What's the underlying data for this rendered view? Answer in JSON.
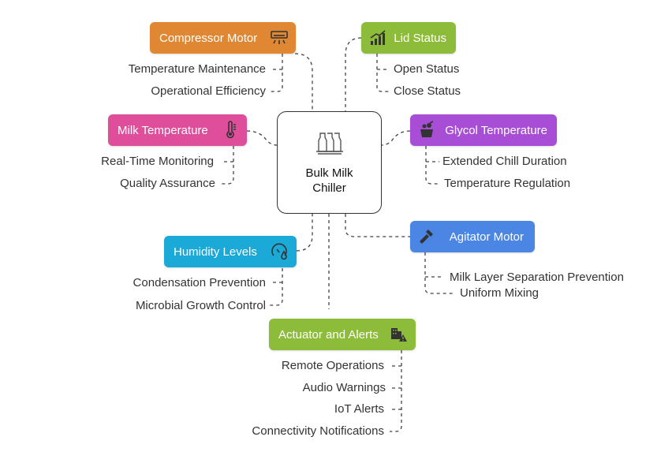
{
  "center": {
    "title_line1": "Bulk Milk",
    "title_line2": "Chiller",
    "icon": "milk-bottles-icon"
  },
  "colors": {
    "orange": "#E08733",
    "green": "#8DBB3A",
    "pink": "#DE4E9A",
    "purple": "#A84DD6",
    "cyan": "#1BA9D8",
    "blue": "#4B86E4",
    "line": "#444444"
  },
  "nodes": {
    "compressor": {
      "label": "Compressor Motor",
      "icon": "air-conditioner-icon",
      "children": [
        "Temperature Maintenance",
        "Operational Efficiency"
      ]
    },
    "lid": {
      "label": "Lid Status",
      "icon": "growth-chart-icon",
      "children": [
        "Open Status",
        "Close Status"
      ]
    },
    "milk_temp": {
      "label": "Milk Temperature",
      "icon": "thermometer-icon",
      "children": [
        "Real-Time Monitoring",
        "Quality Assurance"
      ]
    },
    "glycol": {
      "label": "Glycol Temperature",
      "icon": "ice-bucket-icon",
      "children": [
        "Extended Chill Duration",
        "Temperature Regulation"
      ]
    },
    "humidity": {
      "label": "Humidity Levels",
      "icon": "humidity-gauge-icon",
      "children": [
        "Condensation Prevention",
        "Microbial Growth Control"
      ]
    },
    "agitator": {
      "label": "Agitator Motor",
      "icon": "mixer-icon",
      "children": [
        "Milk Layer Separation Prevention",
        "Uniform Mixing"
      ]
    },
    "actuator": {
      "label": "Actuator and Alerts",
      "icon": "alert-building-icon",
      "children": [
        "Remote Operations",
        "Audio Warnings",
        "IoT Alerts",
        "Connectivity Notifications"
      ]
    }
  }
}
